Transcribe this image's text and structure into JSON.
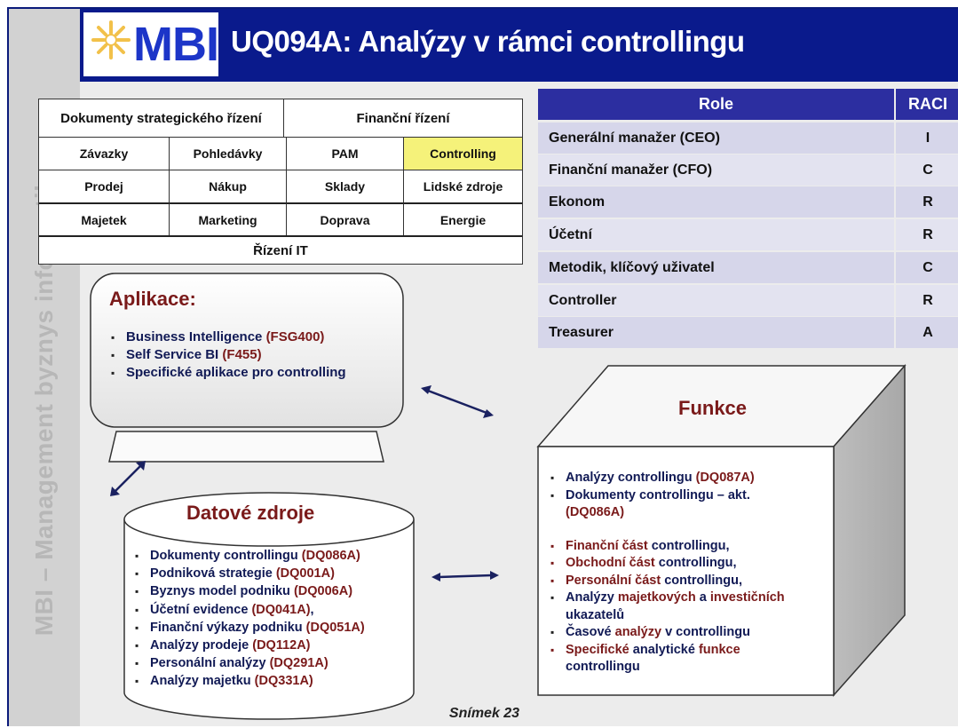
{
  "sidebar": {
    "text": "MBI – Management byznys informatiky"
  },
  "header": {
    "logo_text": "MBI",
    "title": "UQ094A: Analýzy v rámci controllingu",
    "colors": {
      "header_bg": "#0a1a8c",
      "logo_blue": "#1c35c8",
      "sun": "#f2c14a"
    }
  },
  "grid": {
    "top_left": "Dokumenty strategického řízení",
    "top_right": "Finanční řízení",
    "rows": [
      [
        "Závazky",
        "Pohledávky",
        "PAM",
        "Controlling"
      ],
      [
        "Prodej",
        "Nákup",
        "Sklady",
        "Lidské zdroje"
      ],
      [
        "Majetek",
        "Marketing",
        "Doprava",
        "Energie"
      ]
    ],
    "bottom": "Řízení IT",
    "highlight_color": "#f5f27a"
  },
  "raci": {
    "header": [
      "Role",
      "RACI"
    ],
    "rows": [
      [
        "Generální manažer (CEO)",
        "I"
      ],
      [
        "Finanční manažer (CFO)",
        "C"
      ],
      [
        "Ekonom",
        "R"
      ],
      [
        "Účetní",
        "R"
      ],
      [
        "Metodik, klíčový uživatel",
        "C"
      ],
      [
        "Controller",
        "R"
      ],
      [
        "Treasurer",
        "A"
      ]
    ]
  },
  "app": {
    "title": "Aplikace:",
    "items": [
      {
        "text": "Business Intelligence",
        "code": "(FSG400)"
      },
      {
        "text": "Self Service BI",
        "code": "(F455)"
      },
      {
        "text": "Specifické aplikace pro controlling",
        "code": ""
      }
    ]
  },
  "db": {
    "title": "Datové zdroje",
    "items": [
      {
        "text": "Dokumenty controllingu",
        "code": "(DQ086A)",
        "after": ""
      },
      {
        "text": "Podniková strategie",
        "code": "(DQ001A)",
        "after": ""
      },
      {
        "text": "Byznys model podniku",
        "code": "(DQ006A)",
        "after": ""
      },
      {
        "text": "Účetní evidence",
        "code": "(DQ041A)",
        "after": ","
      },
      {
        "text": "Finanční výkazy podniku",
        "code": "(DQ051A)",
        "after": ""
      },
      {
        "text": "Analýzy prodeje",
        "code": "(DQ112A)",
        "after": ""
      },
      {
        "text": "Personální analýzy",
        "code": "(DQ291A)",
        "after": ""
      },
      {
        "text": "Analýzy majetku",
        "code": "(DQ331A)",
        "after": ""
      }
    ]
  },
  "fn": {
    "title": "Funkce",
    "list1": [
      {
        "text": "Analýzy controllingu",
        "code": "(DQ087A)"
      },
      {
        "text": "Dokumenty controllingu – akt.",
        "code": "(DQ086A)"
      }
    ],
    "list2": [
      {
        "red": "Finanční část",
        "rest": "controllingu,"
      },
      {
        "red": "Obchodní část",
        "rest": "controllingu,"
      },
      {
        "red": "Personální část",
        "rest": "controllingu,"
      }
    ],
    "item_assets": {
      "a": "Analýzy",
      "b": "majetkových",
      "c": "a",
      "d": "investičních",
      "e": "ukazatelů"
    },
    "item_time": {
      "a": "Časové",
      "b": "analýzy",
      "c": "v controllingu"
    },
    "item_spec": {
      "a": "Specifické",
      "b": "analytické",
      "c": "funkce",
      "d": "controllingu"
    }
  },
  "footer": {
    "text": "Snímek  23"
  }
}
